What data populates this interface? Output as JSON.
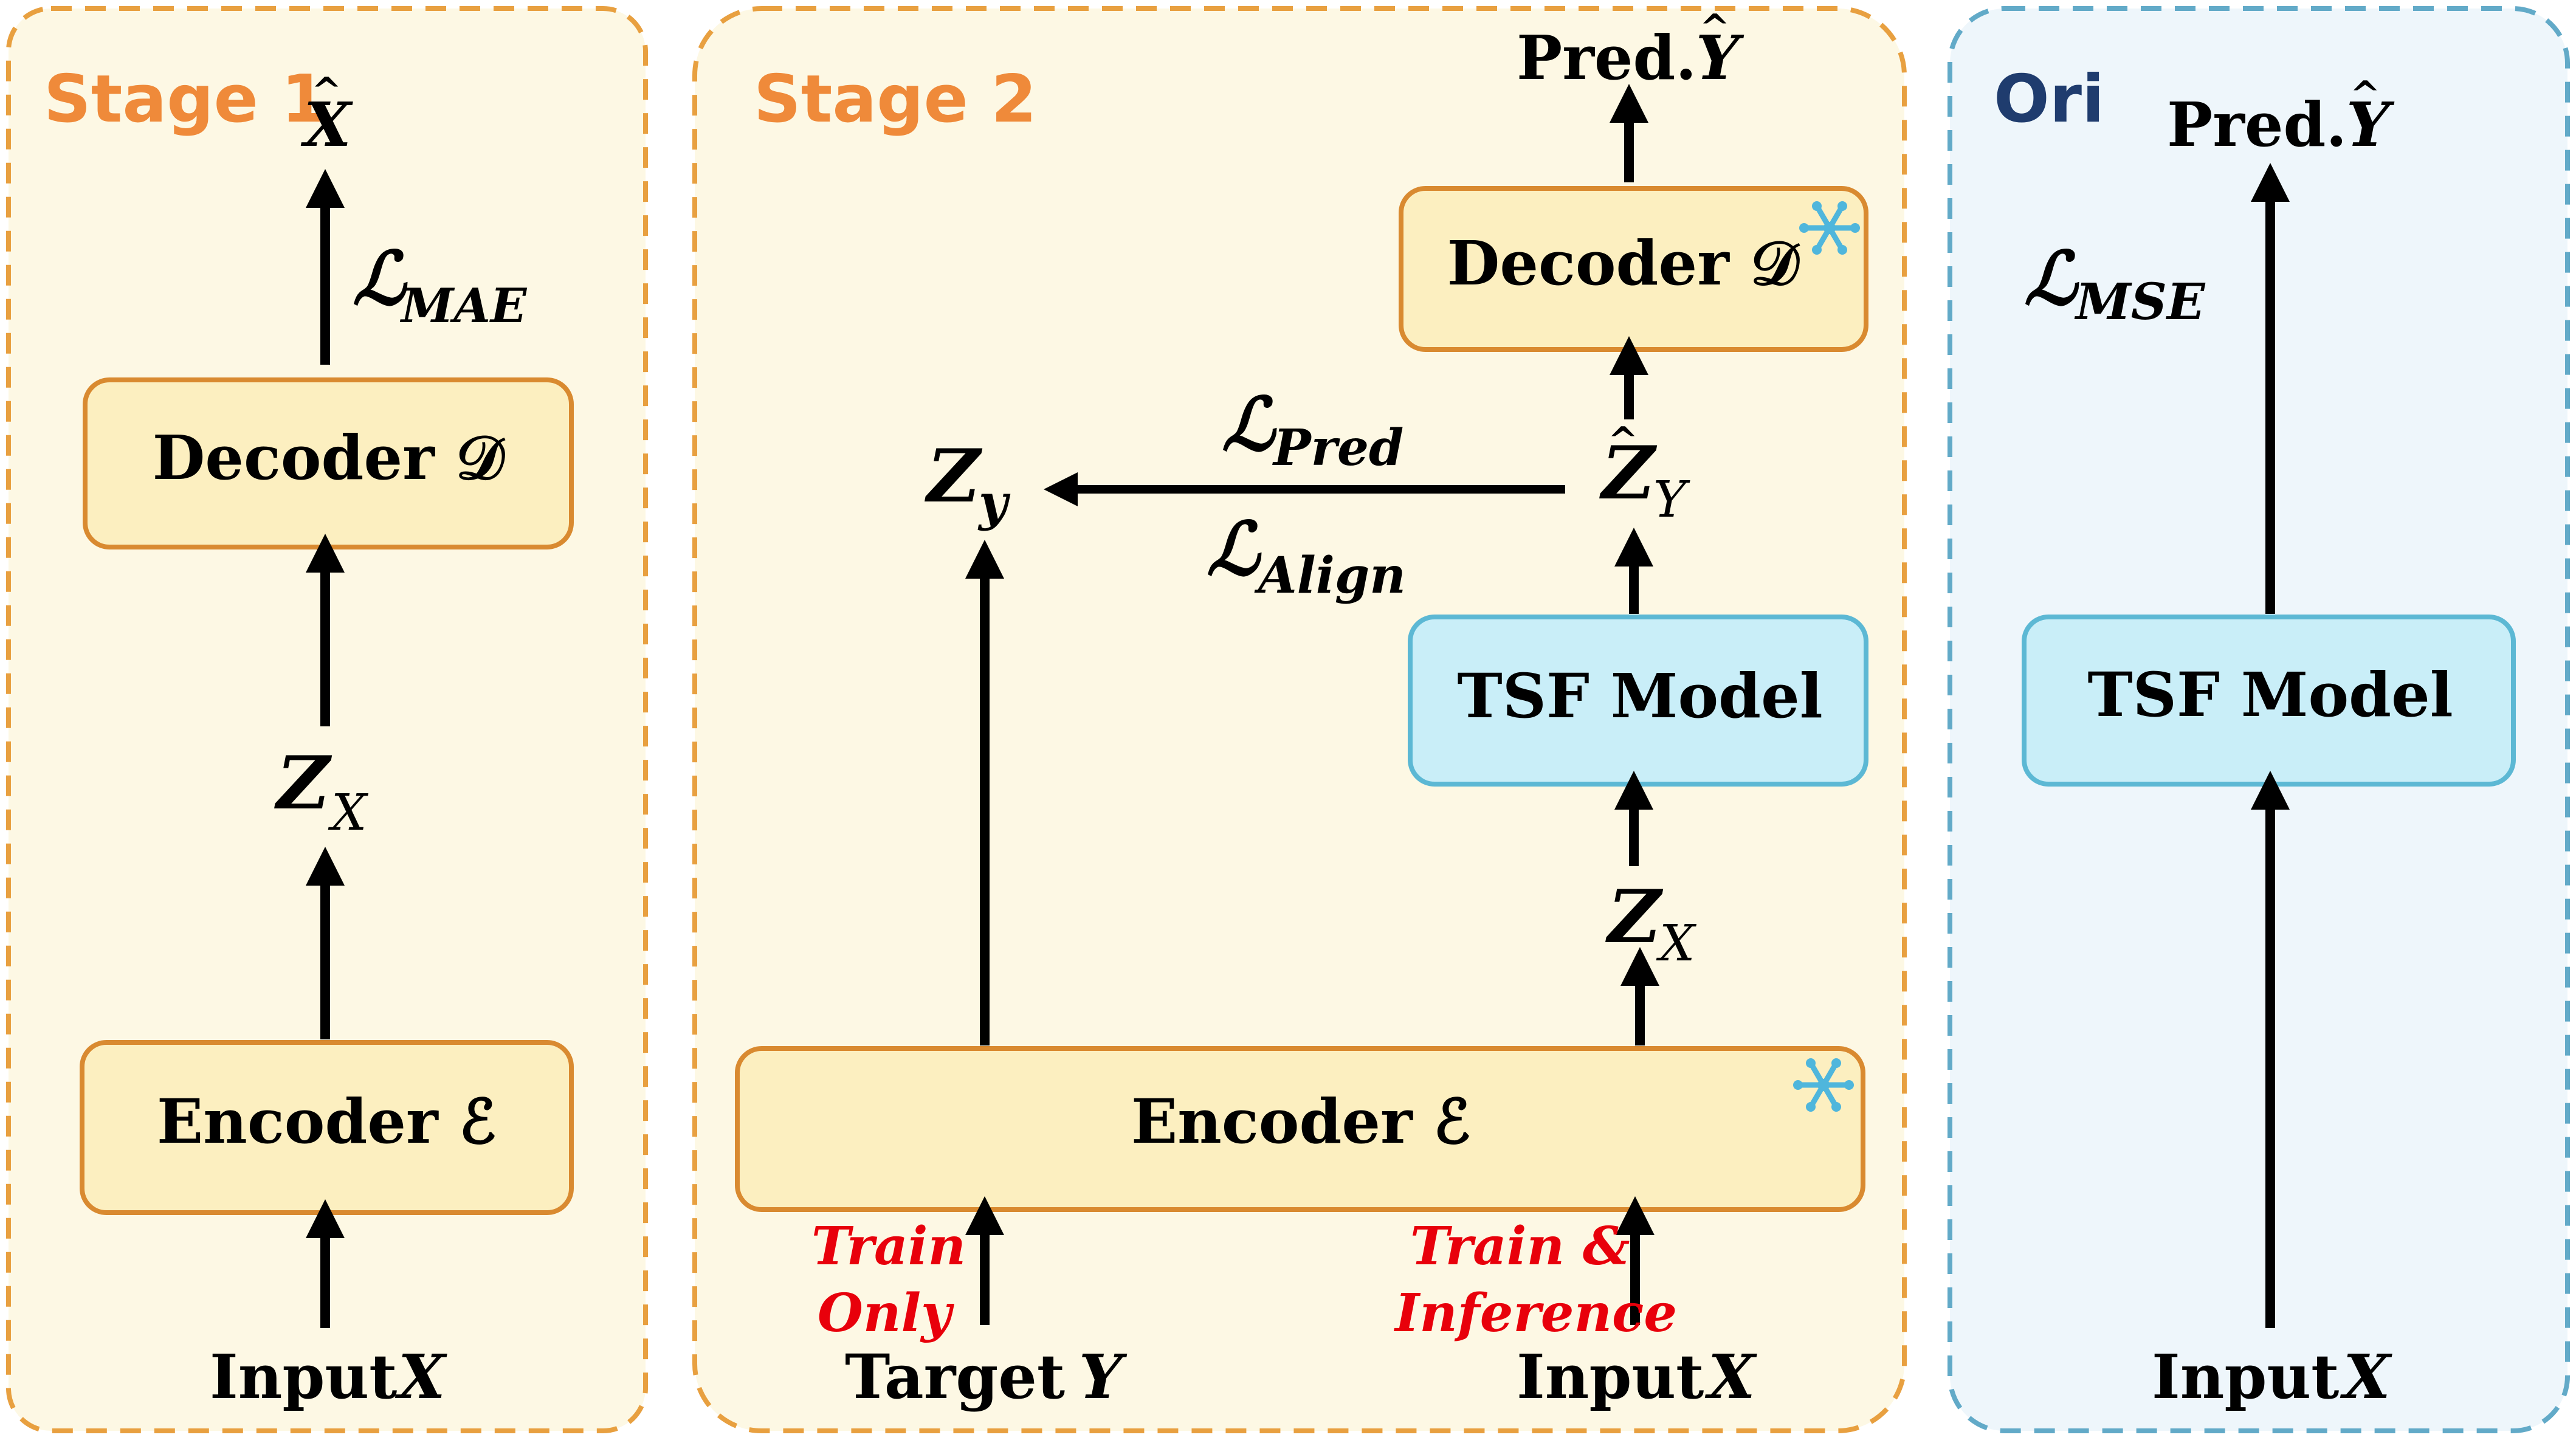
{
  "colors": {
    "orange_border": "#e8a040",
    "orange_fill": "#fdf8e4",
    "box_fill": "#fcefc0",
    "box_border": "#d98a30",
    "blue_border": "#62aac8",
    "blue_fill": "#eef6fb",
    "tsf_fill": "#c9eef8",
    "tsf_border": "#5cb8d4",
    "stage_title": "#ef8a3a",
    "ori_title": "#1f3c6e",
    "red_note": "#e8000b",
    "snowflake": "#4fb6dc"
  },
  "stage1": {
    "title": "Stage 1",
    "output": "X",
    "loss": "ℒ",
    "loss_sub": "MAE",
    "decoder": "Decoder 𝒟",
    "latent": "Z",
    "latent_sub": "X",
    "encoder": "Encoder ℰ",
    "input_label": "Input",
    "input_var": "X"
  },
  "stage2": {
    "title": "Stage 2",
    "output_label": "Pred.",
    "output_var": "Y",
    "decoder": "Decoder 𝒟",
    "pred_latent": "Z",
    "pred_latent_sub": "Y",
    "target_latent": "Z",
    "target_latent_sub": "y",
    "loss_pred": "ℒ",
    "loss_pred_sub": "Pred",
    "loss_align": "ℒ",
    "loss_align_sub": "Align",
    "tsf_model": "TSF Model",
    "input_latent": "Z",
    "input_latent_sub": "X",
    "encoder": "Encoder ℰ",
    "note_left_1": "Train",
    "note_left_2": "Only",
    "note_right_1": "Train &",
    "note_right_2": "Inference",
    "target_label": "Target",
    "target_var": "Y",
    "input_label": "Input",
    "input_var": "X"
  },
  "ori": {
    "title": "Ori",
    "output_label": "Pred.",
    "output_var": "Y",
    "loss": "ℒ",
    "loss_sub": "MSE",
    "tsf_model": "TSF Model",
    "input_label": "Input",
    "input_var": "X"
  },
  "icons": [
    "snowflake-icon",
    "snowflake-icon"
  ]
}
